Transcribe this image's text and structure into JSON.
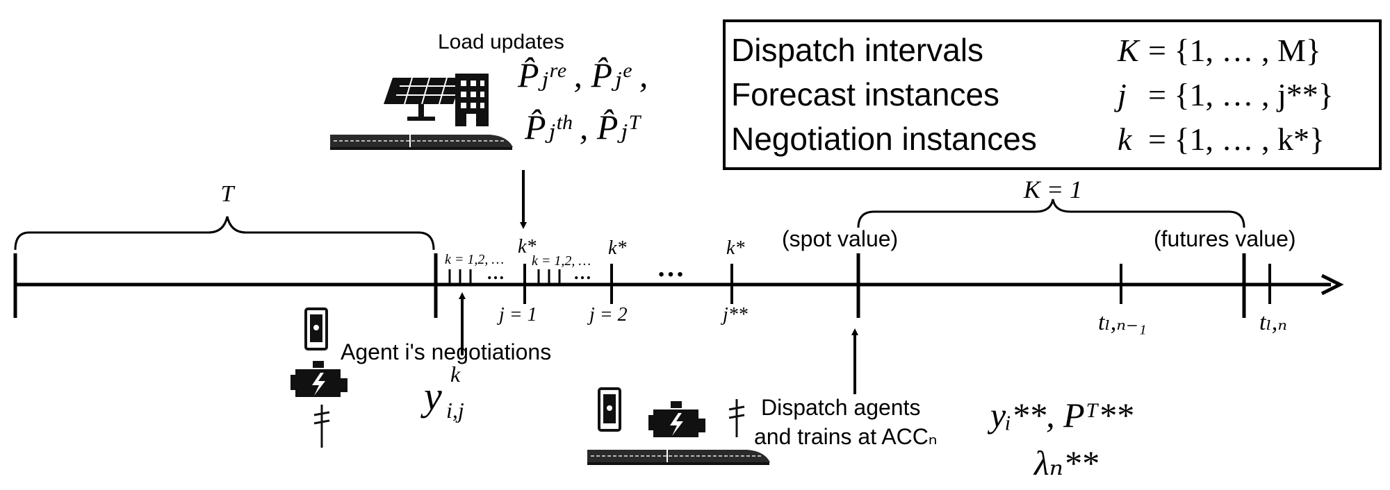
{
  "legend": {
    "rows": [
      {
        "label": "Dispatch intervals",
        "symbol": "K",
        "set": "= {1, … , M}"
      },
      {
        "label": "Forecast instances",
        "symbol": "j",
        "set": "= {1, … , j**}"
      },
      {
        "label": "Negotiation instances",
        "symbol": "k",
        "set": "= {1, … , k*}"
      }
    ]
  },
  "top": {
    "load_updates_title": "Load updates",
    "load_vars_line1": "P̂ⱼʳᵉ , P̂ⱼᵉ ,",
    "load_vars_line2": "P̂ⱼᵗʰ , P̂ⱼᵀ"
  },
  "timeline": {
    "brace_T_label": "T",
    "brace_K_label": "K = 1",
    "spot_value": "(spot value)",
    "futures_value": "(futures value)",
    "k_range_1": "k = 1,2, …",
    "k_range_2": "k = 1,2, …",
    "k_star_1": "k*",
    "k_star_2": "k*",
    "k_star_3": "k*",
    "j1": "j = 1",
    "j2": "j = 2",
    "j_star": "j**",
    "t_prev": "tₗ,ₙ₋₁",
    "t_n": "tₗ,ₙ",
    "dots_small": "…",
    "dots_large": "…"
  },
  "bottom": {
    "agent_negotiations": "Agent i's negotiations",
    "y_var": "y",
    "y_sub": "i,j",
    "y_sup": "k",
    "dispatch_line1": "Dispatch agents",
    "dispatch_line2": "and trains at ACCₙ",
    "result_line1": "yᵢ**, Pᵀ**",
    "result_line2": "λₙ**"
  },
  "icons": [
    "solar-panel-icon",
    "building-icon",
    "train-icon",
    "phone-icon",
    "engine-icon",
    "power-pole-icon"
  ]
}
